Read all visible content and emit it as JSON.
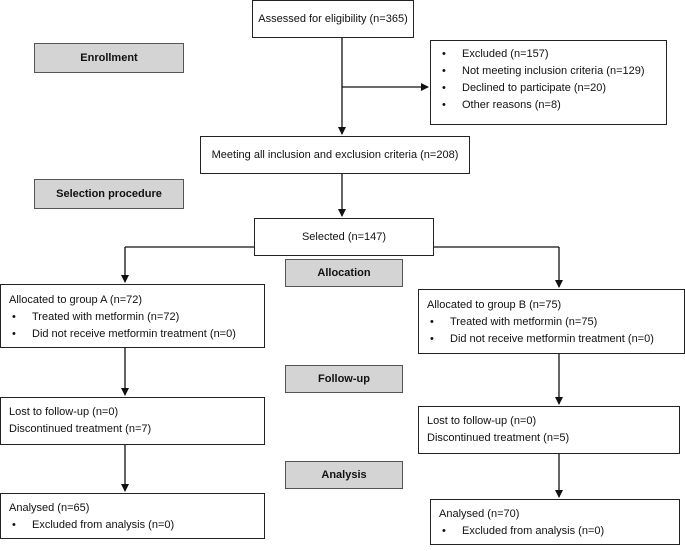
{
  "stages": {
    "enrollment": "Enrollment",
    "selection": "Selection procedure",
    "allocation": "Allocation",
    "followup": "Follow-up",
    "analysis": "Analysis"
  },
  "assessed": "Assessed for eligibility (n=365)",
  "excluded": {
    "title": "Excluded (n=157)",
    "items": [
      "Not meeting inclusion criteria (n=129)",
      "Declined to participate (n=20)",
      "Other reasons (n=8)"
    ]
  },
  "meeting": "Meeting all inclusion and exclusion criteria (n=208)",
  "selected": "Selected (n=147)",
  "group_a": {
    "title": "Allocated to group A (n=72)",
    "items": [
      "Treated with metformin (n=72)",
      "Did not receive metformin treatment (n=0)"
    ],
    "lost": "Lost to follow-up (n=0)",
    "discontinued": "Discontinued treatment (n=7)",
    "analysed": "Analysed (n=65)",
    "excluded_analysis": "Excluded from analysis (n=0)"
  },
  "group_b": {
    "title": "Allocated to group B (n=75)",
    "items": [
      "Treated with metformin (n=75)",
      "Did not receive metformin treatment (n=0)"
    ],
    "lost": "Lost to follow-up (n=0)",
    "discontinued": "Discontinued treatment (n=5)",
    "analysed": "Analysed (n=70)",
    "excluded_analysis": "Excluded from analysis (n=0)"
  }
}
